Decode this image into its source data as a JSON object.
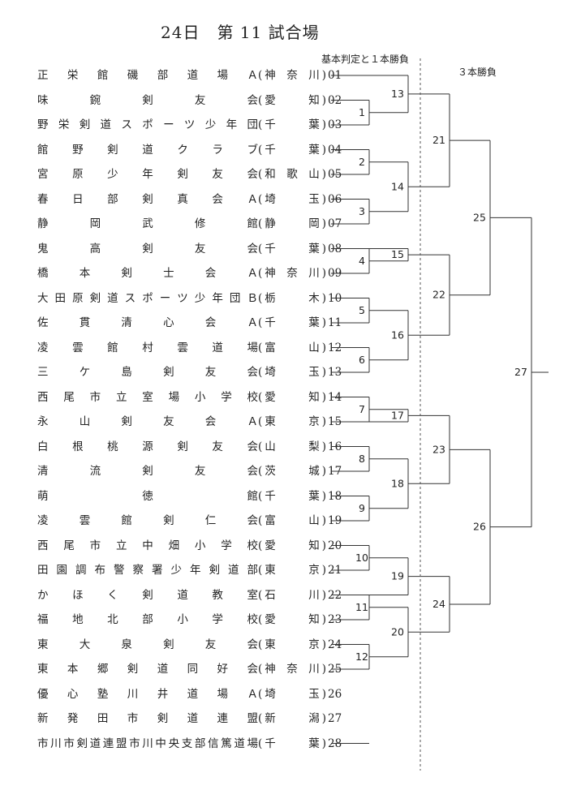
{
  "title": "24日　第 11 試合場",
  "left_caption": "基本判定と１本勝負",
  "right_caption": "３本勝負",
  "entries": [
    {
      "team": "正栄館磯部道場Ａ",
      "pref": "神奈川",
      "num": "01"
    },
    {
      "team": "味鋺剣友会",
      "pref": "愛知",
      "num": "02"
    },
    {
      "team": "野栄剣道スポーツ少年団",
      "pref": "千葉",
      "num": "03"
    },
    {
      "team": "館野剣道クラブ",
      "pref": "千葉",
      "num": "04"
    },
    {
      "team": "宮原少年剣友会",
      "pref": "和歌山",
      "num": "05"
    },
    {
      "team": "春日部剣真会Ａ",
      "pref": "埼玉",
      "num": "06"
    },
    {
      "team": "静岡武修館",
      "pref": "静岡",
      "num": "07"
    },
    {
      "team": "鬼高剣友会",
      "pref": "千葉",
      "num": "08"
    },
    {
      "team": "橋本剣士会Ａ",
      "pref": "神奈川",
      "num": "09"
    },
    {
      "team": "大田原剣道スポーツ少年団Ｂ",
      "pref": "栃木",
      "num": "10"
    },
    {
      "team": "佐貫清心会Ａ",
      "pref": "千葉",
      "num": "11"
    },
    {
      "team": "凌雲館村雲道場",
      "pref": "富山",
      "num": "12"
    },
    {
      "team": "三ケ島剣友会",
      "pref": "埼玉",
      "num": "13"
    },
    {
      "team": "西尾市立室場小学校",
      "pref": "愛知",
      "num": "14"
    },
    {
      "team": "永山剣友会Ａ",
      "pref": "東京",
      "num": "15"
    },
    {
      "team": "白根桃源剣友会",
      "pref": "山梨",
      "num": "16"
    },
    {
      "team": "清流剣友会",
      "pref": "茨城",
      "num": "17"
    },
    {
      "team": "萌徳館",
      "pref": "千葉",
      "num": "18"
    },
    {
      "team": "凌雲館剣仁会",
      "pref": "富山",
      "num": "19"
    },
    {
      "team": "西尾市立中畑小学校",
      "pref": "愛知",
      "num": "20"
    },
    {
      "team": "田園調布警察署少年剣道部",
      "pref": "東京",
      "num": "21"
    },
    {
      "team": "かほく剣道教室",
      "pref": "石川",
      "num": "22"
    },
    {
      "team": "福地北部小学校",
      "pref": "愛知",
      "num": "23"
    },
    {
      "team": "東大泉剣友会",
      "pref": "東京",
      "num": "24"
    },
    {
      "team": "東本郷剣道同好会",
      "pref": "神奈川",
      "num": "25"
    },
    {
      "team": "優心塾川井道場Ａ",
      "pref": "埼玉",
      "num": "26"
    },
    {
      "team": "新発田市剣道連盟",
      "pref": "新潟",
      "num": "27"
    },
    {
      "team": "市川市剣道連盟市川中央支部信篤道場",
      "pref": "千葉",
      "num": "28"
    }
  ],
  "matches": [
    {
      "id": "1"
    },
    {
      "id": "2"
    },
    {
      "id": "3"
    },
    {
      "id": "4"
    },
    {
      "id": "5"
    },
    {
      "id": "6"
    },
    {
      "id": "7"
    },
    {
      "id": "8"
    },
    {
      "id": "9"
    },
    {
      "id": "10"
    },
    {
      "id": "11"
    },
    {
      "id": "12"
    },
    {
      "id": "13"
    },
    {
      "id": "14"
    },
    {
      "id": "15"
    },
    {
      "id": "16"
    },
    {
      "id": "17"
    },
    {
      "id": "18"
    },
    {
      "id": "19"
    },
    {
      "id": "20"
    },
    {
      "id": "21"
    },
    {
      "id": "22"
    },
    {
      "id": "23"
    },
    {
      "id": "24"
    },
    {
      "id": "25"
    },
    {
      "id": "26"
    },
    {
      "id": "27"
    }
  ]
}
